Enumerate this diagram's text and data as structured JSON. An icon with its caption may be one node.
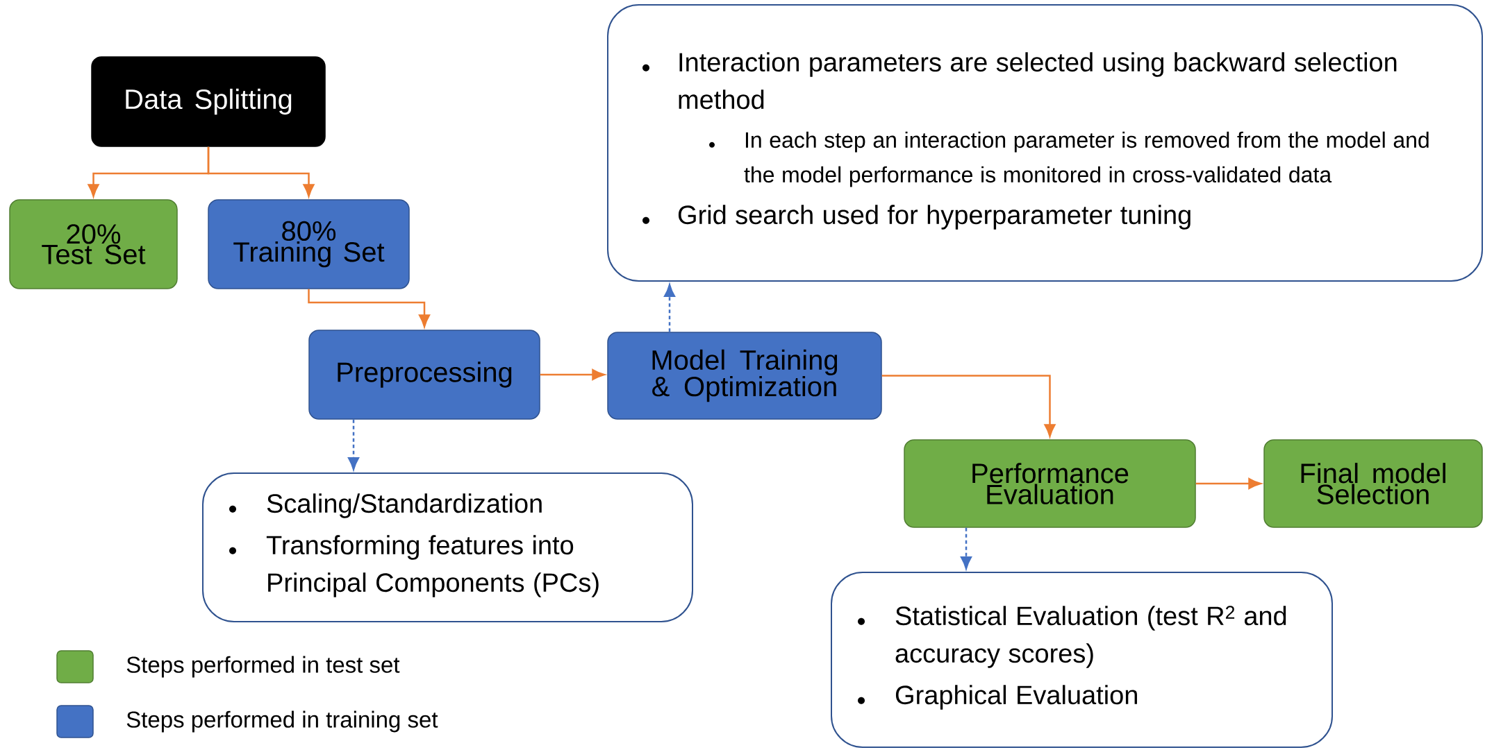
{
  "diagram": {
    "nodes": [
      {
        "text": [
          "Data Splitting"
        ]
      },
      {
        "text": [
          "20%",
          "Test Set"
        ]
      },
      {
        "text": [
          "80%",
          "Training Set"
        ]
      },
      {
        "text": [
          "Preprocessing"
        ]
      },
      {
        "text": [
          "Model Training & Optimization"
        ]
      },
      {
        "text": [
          "Interaction parameters are selected using backward selection method",
          "In each step an interaction parameter is removed from the model and the model performance is monitored in cross-validated data",
          "Grid search used for hyperparameter tuning"
        ]
      },
      {
        "text": [
          "Scaling/Standardization",
          "Transforming features into Principal Components (PCs)"
        ]
      },
      {
        "text": [
          "Performance Evaluation"
        ]
      },
      {
        "text": [
          "Final model Selection"
        ]
      },
      {
        "text": [
          "Statistical Evaluation (test R$^{2}$ and accuracy scores)",
          "Graphical Evaluation"
        ]
      }
    ],
    "edges": [
      {
        "from": 0,
        "to": 1,
        "arrow": "to"
      },
      {
        "from": 0,
        "to": 2,
        "arrow": "to"
      },
      {
        "from": 2,
        "to": 3,
        "arrow": "to"
      },
      {
        "from": 3,
        "to": 4,
        "arrow": "to"
      },
      {
        "from": 4,
        "to": 5,
        "arrow": "to",
        "style": "dashed",
        "color": "#4472c4"
      },
      {
        "from": 3,
        "to": 6,
        "arrow": "to",
        "style": "dashed",
        "color": "#4472c4"
      },
      {
        "from": 4,
        "to": 7,
        "arrow": "to"
      },
      {
        "from": 7,
        "to": 8,
        "arrow": "to"
      },
      {
        "from": 7,
        "to": 9,
        "arrow": "to",
        "style": "dashed",
        "color": "#4472c4"
      }
    ],
    "legend": [
      {
        "text": "Steps performed in test set",
        "color": "#70ad47"
      },
      {
        "text": "Steps performed in training set",
        "color": "#4472c4"
      }
    ]
  }
}
